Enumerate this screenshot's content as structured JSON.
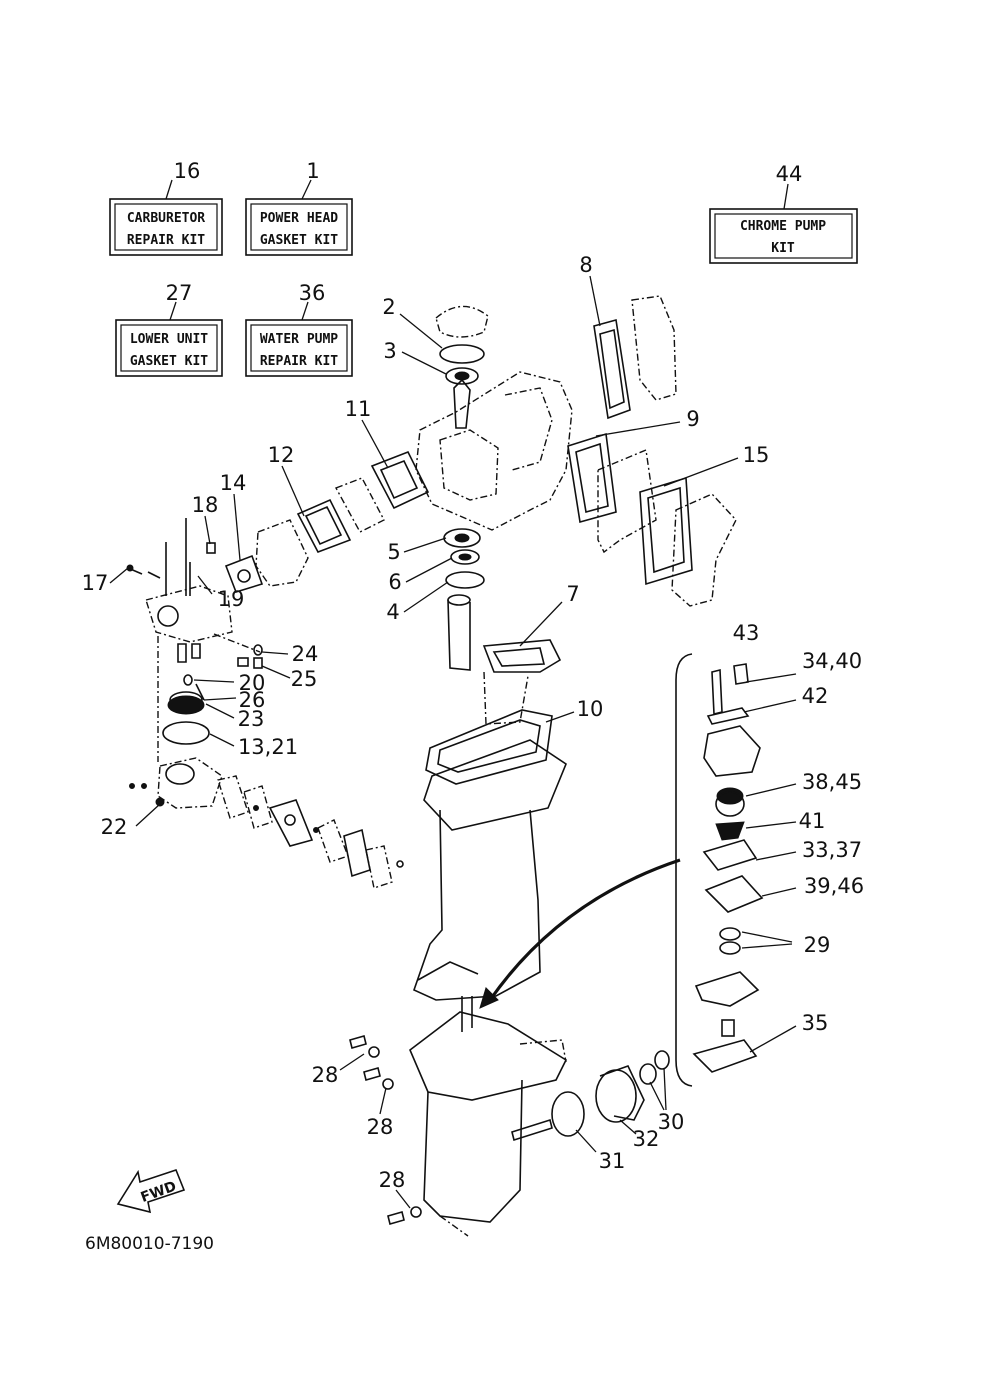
{
  "kits": [
    {
      "number": "16",
      "line1": "CARBURETOR",
      "line2": "REPAIR KIT"
    },
    {
      "number": "1",
      "line1": "POWER HEAD",
      "line2": "GASKET KIT"
    },
    {
      "number": "44",
      "line1": "CHROME PUMP",
      "line2": "KIT"
    },
    {
      "number": "27",
      "line1": "LOWER UNIT",
      "line2": "GASKET KIT"
    },
    {
      "number": "36",
      "line1": "WATER PUMP",
      "line2": "REPAIR KIT"
    }
  ],
  "callouts": [
    "2",
    "3",
    "8",
    "9",
    "11",
    "12",
    "14",
    "15",
    "18",
    "17",
    "19",
    "5",
    "6",
    "4",
    "7",
    "24",
    "25",
    "20",
    "26",
    "23",
    "13,21",
    "10",
    "22",
    "43",
    "34,40",
    "42",
    "38,45",
    "41",
    "33,37",
    "39,46",
    "29",
    "35",
    "28",
    "28",
    "28",
    "30",
    "32",
    "31"
  ],
  "fwd_label": "FWD",
  "drawing_code": "6M80010-7190"
}
